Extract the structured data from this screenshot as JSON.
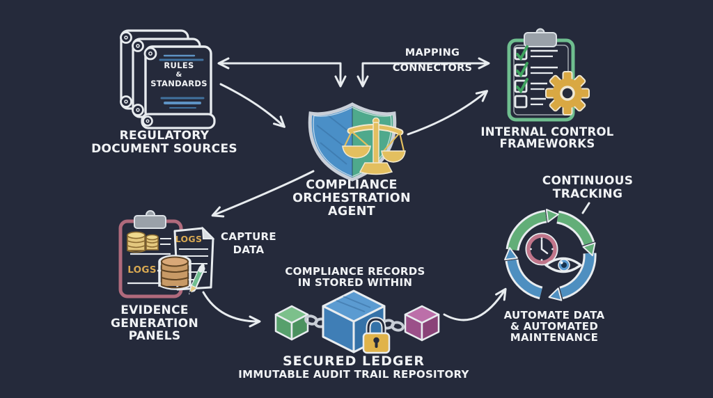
{
  "diagram_title": "Compliance Orchestration Agent flow diagram",
  "background": "#252A3B",
  "palette": {
    "text": "#F1F3F5",
    "stroke_white": "#E8ECEF",
    "shield_blue": "#4A8FC7",
    "shield_teal": "#4FA98C",
    "shield_rim": "#C9CFD8",
    "scales_gold": "#E3BF5F",
    "framework_green": "#6FBE8F",
    "check_green": "#3FA35F",
    "gear_gold": "#D9A843",
    "evidence_rose": "#B06A7C",
    "db_gold": "#E3C77E",
    "db_brown": "#C89A66",
    "pencil_green": "#6FBE8F",
    "logs_gold": "#D9A952",
    "cube_green": "#7CC08B",
    "cube_blue": "#5B9BD1",
    "cube_magenta": "#BC6FA9",
    "chain_gray": "#C9CED6",
    "lock_gold": "#E0B34A",
    "cycle_green": "#62AE78",
    "cycle_blue": "#4E8FC0",
    "clock_rose": "#C0758A",
    "scroll_line_blue": "#41729F"
  },
  "nodes": {
    "regulatory": {
      "scroll_title": [
        "RULES",
        "&",
        "STANDARDS"
      ],
      "caption": [
        "REGULATORY",
        "DOCUMENT SOURCES"
      ]
    },
    "agent": {
      "caption": [
        "COMPLIANCE",
        "ORCHESTRATION",
        "AGENT"
      ]
    },
    "frameworks": {
      "caption": [
        "INTERNAL CONTROL",
        "FRAMEWORKS"
      ]
    },
    "evidence": {
      "caption": [
        "EVIDENCE",
        "GENERATION",
        "PANELS"
      ],
      "clipboard_label": "LOGS",
      "document_label": "LOGS"
    },
    "ledger": {
      "note": [
        "COMPLIANCE RECORDS",
        "IN STORED WITHIN"
      ],
      "title": "SECURED LEDGER",
      "subtitle": "IMMUTABLE AUDIT TRAIL REPOSITORY"
    },
    "tracking": {
      "caption": [
        "CONTINUOUS",
        "TRACKING"
      ],
      "sub_caption": [
        "AUTOMATE DATA",
        "& AUTOMATED",
        "MAINTENANCE"
      ]
    }
  },
  "edges": {
    "mapping_label": [
      "MAPPING",
      "CONNECTORS"
    ],
    "capture_label": [
      "CAPTURE",
      "DATA"
    ]
  }
}
